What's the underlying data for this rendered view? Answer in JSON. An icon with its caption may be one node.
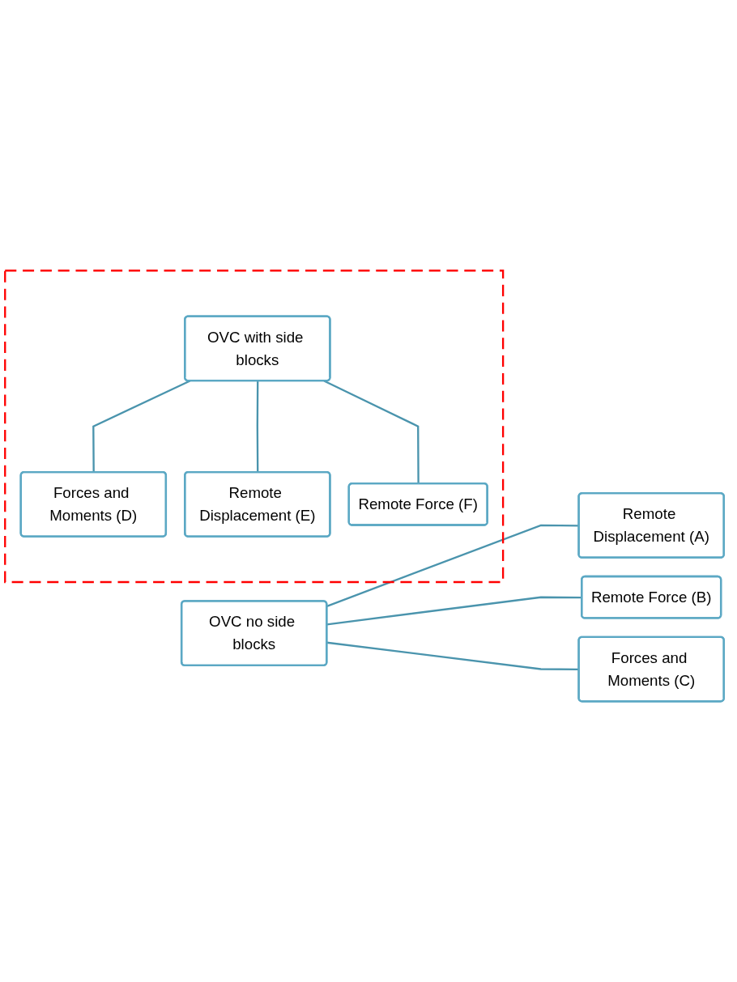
{
  "diagram": {
    "nodes": [
      {
        "text": [
          "OVC no side blocks"
        ]
      },
      {
        "text": [
          "Remote Displacement (A)"
        ]
      },
      {
        "text": [
          "Remote Force (B)"
        ]
      },
      {
        "text": [
          "Forces and Moments (C)"
        ]
      },
      {
        "text": [],
        "shape": "box"
      },
      {
        "text": [
          "OVC with side blocks"
        ],
        "in": 4
      },
      {
        "text": [
          "Forces and Moments (D)"
        ],
        "in": 4
      },
      {
        "text": [
          "Remote Displacement (E)"
        ],
        "in": 4
      },
      {
        "text": [
          "Remote Force (F)"
        ],
        "in": 4
      }
    ],
    "edges": [
      {
        "from": 0,
        "to": 1,
        "arrow": "none"
      },
      {
        "from": 0,
        "to": 2,
        "arrow": "none"
      },
      {
        "from": 0,
        "to": 3,
        "arrow": "none"
      },
      {
        "from": 5,
        "to": 6,
        "arrow": "none"
      },
      {
        "from": 5,
        "to": 7,
        "arrow": "none"
      },
      {
        "from": 5,
        "to": 8,
        "arrow": "none"
      }
    ]
  }
}
